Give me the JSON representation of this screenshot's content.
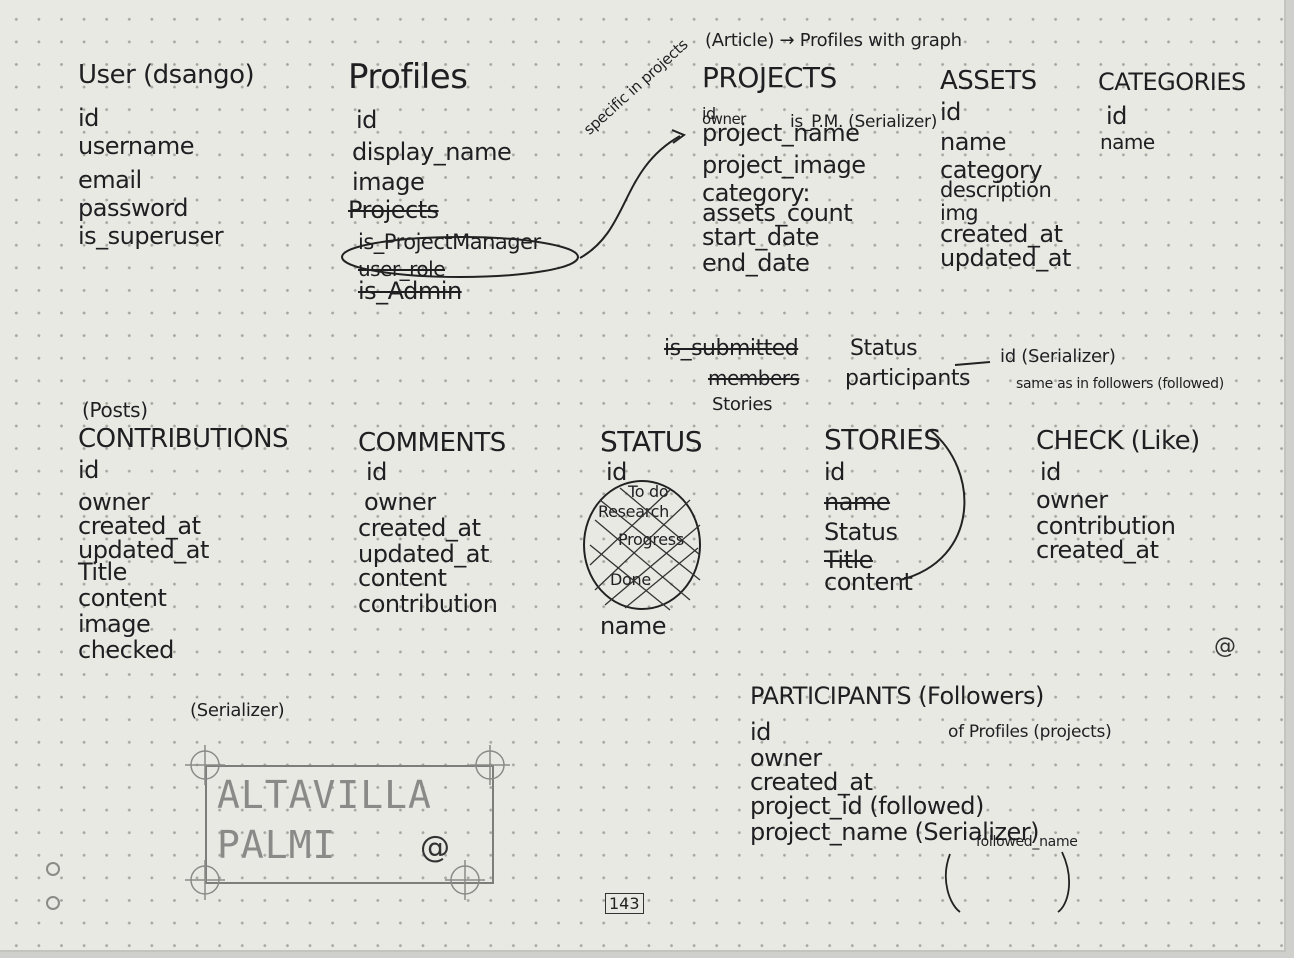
{
  "user": {
    "title": "User (dsango)",
    "fields": [
      "id",
      "username",
      "email",
      "password",
      "is_superuser"
    ]
  },
  "profiles": {
    "title": "Profiles",
    "fields": [
      "id",
      "display_name",
      "image"
    ],
    "struck": [
      "Projects"
    ],
    "circled": "is_ProjectManager",
    "struck2": [
      "user_role",
      "is_Admin"
    ],
    "side_note": "specific in projects"
  },
  "projects": {
    "note": "(Article) → Profiles with graph",
    "title": "PROJECTS",
    "fields": [
      "id",
      "owner",
      "project_name",
      "project_image",
      "category:",
      "assets_count",
      "start_date",
      "end_date"
    ],
    "owner_note": "is_P.M. (Serializer)",
    "struck_submitted": "is_submitted",
    "status": "Status",
    "struck_users": "members",
    "participants": "participants",
    "participants_note": "id (Serializer)",
    "participants_note2": "same as in followers (followed)",
    "stories": "Stories"
  },
  "assets": {
    "title": "ASSETS",
    "fields": [
      "id",
      "name",
      "category",
      "description",
      "img",
      "created_at",
      "updated_at"
    ]
  },
  "categories": {
    "title": "CATEGORIES",
    "fields": [
      "id",
      "name"
    ]
  },
  "contributions": {
    "note": "(Posts)",
    "title": "CONTRIBUTIONS",
    "fields": [
      "id",
      "owner",
      "created_at",
      "updated_at",
      "Title",
      "content",
      "image",
      "checked"
    ],
    "checked_note": "(Serializer)"
  },
  "comments": {
    "title": "COMMENTS",
    "fields": [
      "id",
      "owner",
      "created_at",
      "updated_at",
      "content",
      "contribution"
    ]
  },
  "status": {
    "title": "STATUS",
    "fields": [
      "id"
    ],
    "scribbled": [
      "To do",
      "Research",
      "Progress",
      "Done"
    ],
    "last": "name"
  },
  "stories": {
    "title": "STORIES",
    "fields": [
      "id"
    ],
    "struck": "name",
    "fields2": [
      "Status"
    ],
    "struck2": "Title",
    "fields3": [
      "content"
    ]
  },
  "check": {
    "title": "CHECK (Like)",
    "fields": [
      "id",
      "owner",
      "contribution",
      "created_at"
    ]
  },
  "participants": {
    "title": "PARTICIPANTS (Followers)",
    "note": "of Profiles (projects)",
    "fields": [
      "id",
      "owner",
      "created_at",
      "project_id (followed)",
      "project_name (Serializer)"
    ],
    "side_note": "followed_name"
  },
  "stamp": {
    "line1": "ALTAVILLA",
    "line2": "PALMI"
  },
  "page_number": "143",
  "colors": {
    "ink": "#1f1f22",
    "paper": "#e9e9e4",
    "dots": "#a7a7a1"
  }
}
